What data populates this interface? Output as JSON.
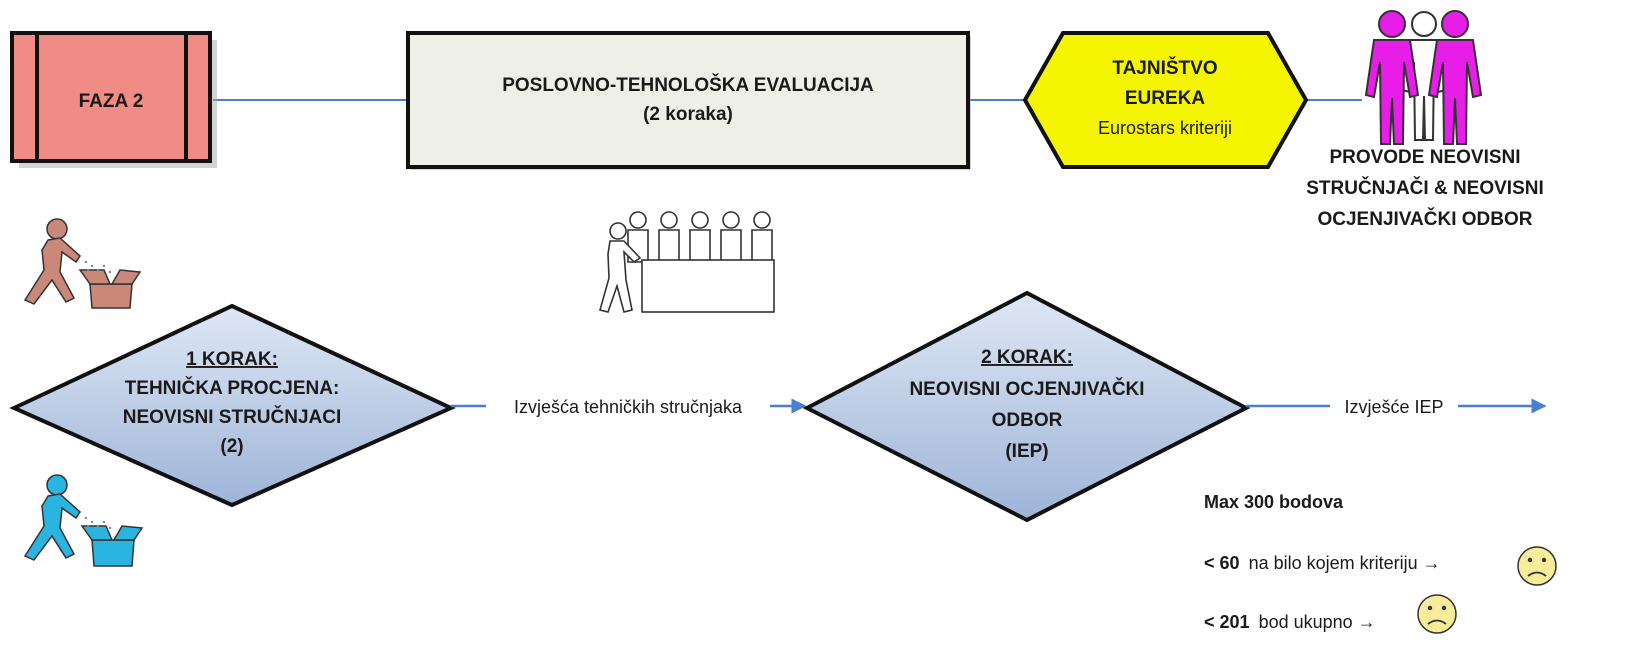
{
  "phase": {
    "label": "FAZA 2"
  },
  "evaluation": {
    "title": "POSLOVNO-TEHNOLOŠKA EVALUACIJA",
    "subtitle": "(2 koraka)"
  },
  "secretariat": {
    "line1": "TAJNIŠTVO",
    "line2": "EUREKA",
    "line3": "Eurostars kriteriji"
  },
  "performers": {
    "line1": "PROVODE NEOVISNI",
    "line2": "STRUČNJAČI & NEOVISNI",
    "line3": "OCJENJIVAČKI ODBOR"
  },
  "step1": {
    "title": "1 KORAK:",
    "line1": "TEHNIČKA PROCJENA:",
    "line2": "NEOVISNI STRUČNJACI",
    "line3": "(2)"
  },
  "step2": {
    "title": "2 KORAK:",
    "line1": "NEOVISNI OCJENJIVAČKI",
    "line2": "ODBOR",
    "line3": "(IEP)"
  },
  "arrows": {
    "a1": "Izvješća tehničkih stručnjaka",
    "a2": "Izvješće IEP"
  },
  "scoring": {
    "max": "Max 300 bodova",
    "rule1_bold": "< 60",
    "rule1_text": "na bilo kojem kriteriju →",
    "rule2_bold": "< 201",
    "rule2_text": "bod ukupno →"
  },
  "colors": {
    "phase_fill": "#f08c86",
    "evaluation_fill": "#eef0e8",
    "secretariat_fill": "#f5f500",
    "diamond_fill": "#b4c6e2",
    "connector": "#4a7fcf",
    "magenta": "#e81ee8",
    "thrower_brown": "#c98878",
    "thrower_cyan": "#29b5e0",
    "smiley": "#f8ec98"
  }
}
